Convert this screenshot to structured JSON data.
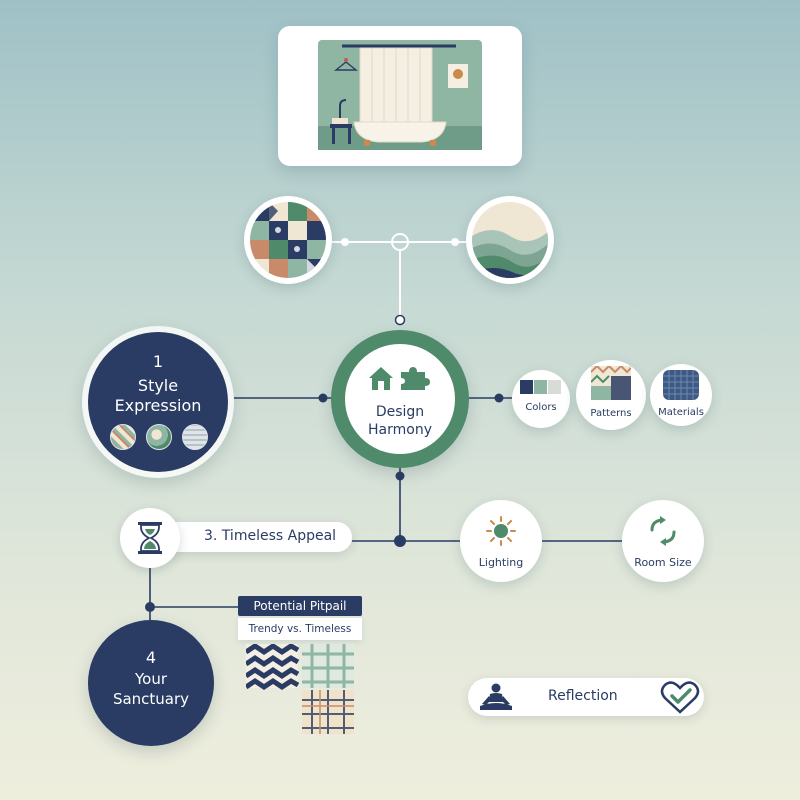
{
  "style_expression": {
    "number": "1",
    "line1": "Style",
    "line2": "Expression"
  },
  "design_harmony": {
    "line1": "Design",
    "line2": "Harmony"
  },
  "elements": [
    {
      "label": "Colors",
      "icon": "color-swatch-icon"
    },
    {
      "label": "Patterns",
      "icon": "pattern-swatch-icon"
    },
    {
      "label": "Materials",
      "icon": "fabric-texture-icon"
    }
  ],
  "timeless_appeal": {
    "label": "3. Timeless Appeal",
    "icon": "hourglass-icon"
  },
  "factors": [
    {
      "label": "Lighting",
      "icon": "sun-icon"
    },
    {
      "label": "Room Size",
      "icon": "resize-arrows-icon"
    }
  ],
  "sanctuary": {
    "number": "4",
    "line1": "Your",
    "line2": "Sanctuary"
  },
  "pitfall": {
    "title": "Potential Pitpail",
    "subtitle": "Trendy vs. Timeless"
  },
  "reflection": {
    "label": "Reflection",
    "left_icon": "meditation-icon",
    "right_icon": "heart-check-icon"
  },
  "colors": {
    "navy": "#2a3c63",
    "sage": "#4f8a6a",
    "mint": "#8fb5a3",
    "cream": "#efe7d3"
  }
}
